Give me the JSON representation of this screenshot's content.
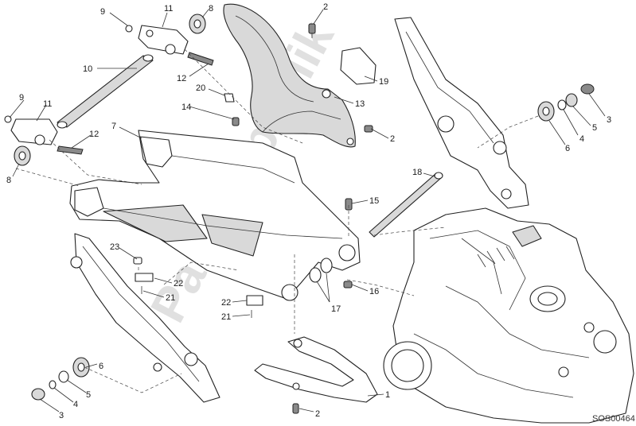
{
  "watermark": "PartsRepublik",
  "diagram_code": "SOS00464",
  "callouts": {
    "c9a": "9",
    "c11a": "11",
    "c8a": "8",
    "c2a": "2",
    "c10": "10",
    "c12a": "12",
    "c20": "20",
    "c14": "14",
    "c13": "13",
    "c19": "19",
    "c9b": "9",
    "c11b": "11",
    "c7": "7",
    "c12b": "12",
    "c2b": "2",
    "c8b": "8",
    "c3a": "3",
    "c5a": "5",
    "c4a": "4",
    "c6a": "6",
    "c18": "18",
    "c15": "15",
    "c23": "23",
    "c22a": "22",
    "c21a": "21",
    "c22b": "22",
    "c21b": "21",
    "c17": "17",
    "c16": "16",
    "c6b": "6",
    "c5b": "5",
    "c4b": "4",
    "c3b": "3",
    "c1": "1",
    "c2c": "2"
  }
}
